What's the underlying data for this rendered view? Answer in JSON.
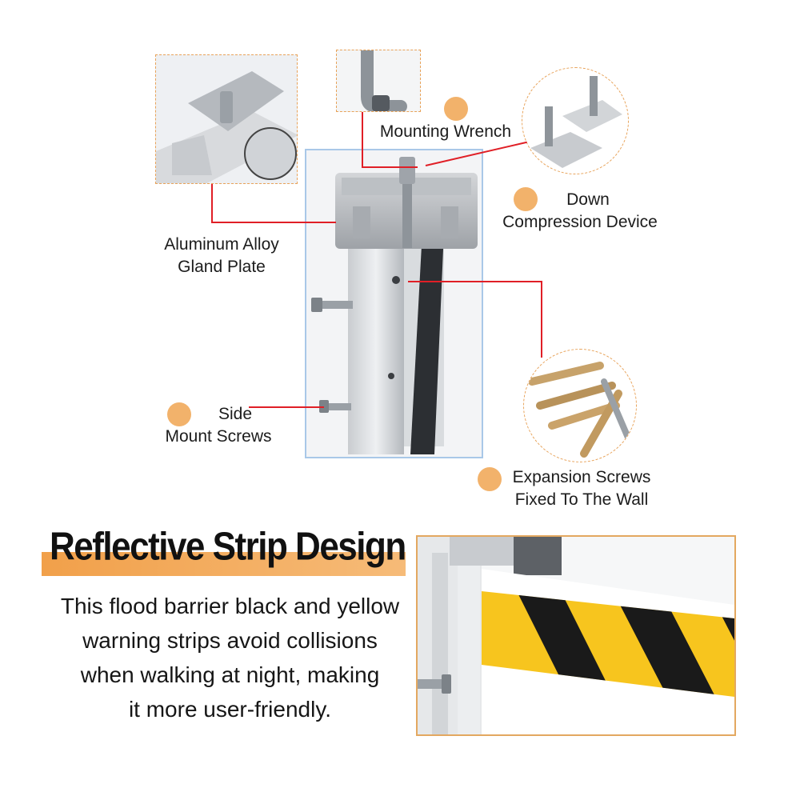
{
  "callouts": {
    "mounting_wrench": "Mounting Wrench",
    "down_compression": [
      "Down",
      "Compression Device"
    ],
    "gland_plate": [
      "Aluminum Alloy",
      "Gland Plate"
    ],
    "side_screws": [
      "Side",
      "Mount Screws"
    ],
    "expansion_screws": [
      "Expansion Screws",
      "Fixed To The Wall"
    ]
  },
  "section": {
    "headline": "Reflective Strip Design",
    "body": [
      "This flood barrier black and yellow",
      "warning strips avoid collisions",
      "when walking at night, making",
      "it more user-friendly."
    ]
  },
  "colors": {
    "accent": "#f2b26b",
    "leader": "#e01f26",
    "warning_yellow": "#f7c51e",
    "warning_black": "#1a1a1a"
  }
}
